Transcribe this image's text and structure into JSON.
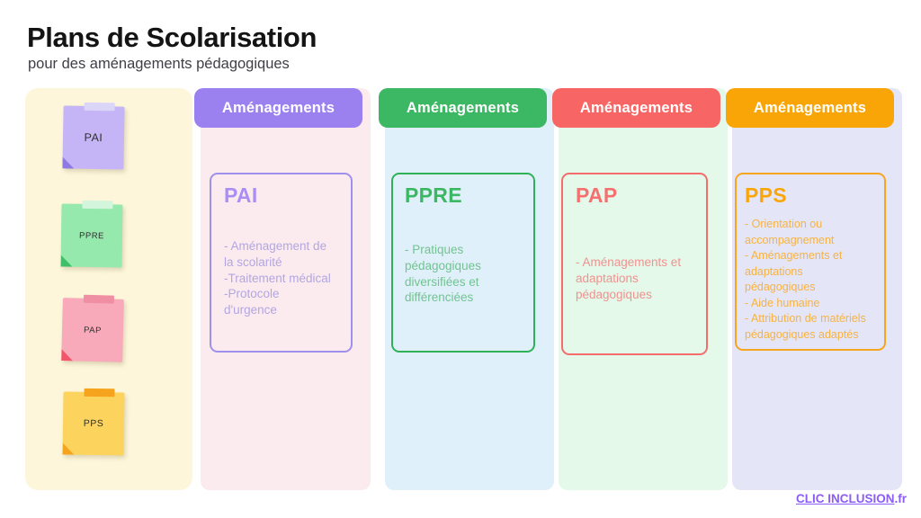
{
  "header": {
    "title": "Plans de Scolarisation",
    "subtitle": "pour des aménagements pédagogiques"
  },
  "sidebar": {
    "notes": [
      {
        "label": "PAI",
        "paper_color": "#c6b5f6",
        "tape_color": "#dbd5f8",
        "fold_color": "#8f7ae4"
      },
      {
        "label": "PPRE",
        "paper_color": "#95e9ad",
        "tape_color": "#d3f5dc",
        "fold_color": "#3fc068"
      },
      {
        "label": "PAP",
        "paper_color": "#f8aaba",
        "tape_color": "#f08fa3",
        "fold_color": "#f2566b"
      },
      {
        "label": "PPS",
        "paper_color": "#fcd35c",
        "tape_color": "#f6a41d",
        "fold_color": "#f6a41d"
      }
    ]
  },
  "columns": [
    {
      "name": "PAI",
      "badge_label": "Aménagements",
      "badge_color": "#9b80ef",
      "column_color": "#fcebee",
      "card": {
        "title": "PAI",
        "title_color": "#a98ff5",
        "border_color": "#a090ee",
        "body_color": "#b2a6e2",
        "body": "- Aménagement de\nla scolarité\n-Traitement médical\n-Protocole\nd'urgence"
      }
    },
    {
      "name": "PPRE",
      "badge_label": "Aménagements",
      "badge_color": "#3cb763",
      "column_color": "#e0f0fa",
      "card": {
        "title": "PPRE",
        "title_color": "#3cb763",
        "border_color": "#2eb157",
        "body_color": "#72c391",
        "body": "- Pratiques\npédagogiques\ndiversifiées et\ndifférenciées"
      }
    },
    {
      "name": "PAP",
      "badge_label": "Aménagements",
      "badge_color": "#f76565",
      "column_color": "#e4f9e9",
      "card": {
        "title": "PAP",
        "title_color": "#f77070",
        "border_color": "#f56c6c",
        "body_color": "#f19190",
        "body": "- Aménagements et\nadaptations\npédagogiques"
      }
    },
    {
      "name": "PPS",
      "badge_label": "Aménagements",
      "badge_color": "#f9a508",
      "column_color": "#e4e6f8",
      "card": {
        "title": "PPS",
        "title_color": "#f9a60a",
        "border_color": "#f6a51e",
        "body_color": "#f8b240",
        "body": "- Orientation ou\naccompagnement\n- Aménagements et\nadaptations\npédagogiques\n- Aide humaine\n- Attribution de matériels\npédagogiques adaptés"
      }
    }
  ],
  "footer": {
    "link_text": "CLIC INCLUSION",
    "suffix": ".fr",
    "color": "#8b5cf6"
  }
}
